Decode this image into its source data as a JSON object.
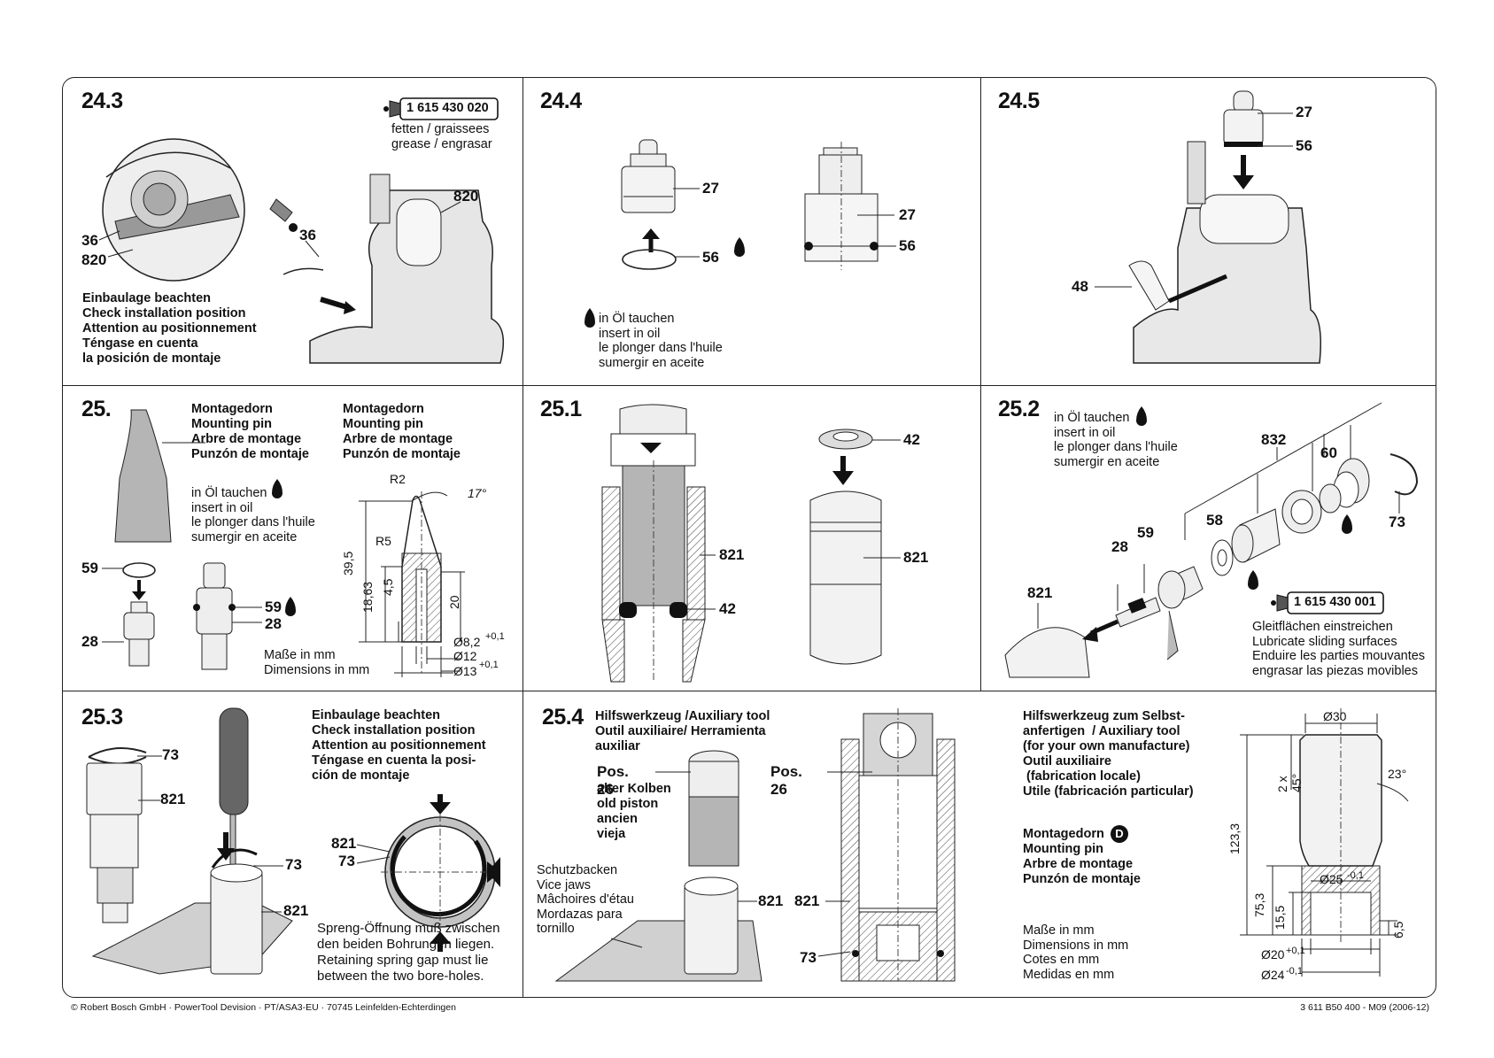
{
  "footer": {
    "left": "© Robert Bosch GmbH · PowerTool Devision · PT/ASA3-EU · 70745 Leinfelden-Echterdingen",
    "right": "3 611 B50 400 - M09 (2006-12)"
  },
  "p243": {
    "num": "24.3",
    "part_number": "1 615 430 020",
    "grease": "fetten / graissees\ngrease / engrasar",
    "labels": [
      "36",
      "820",
      "36",
      "820"
    ],
    "note": "Einbaulage beachten\nCheck installation position\nAttention au positionnement\nTéngase en cuenta\nla posición de montaje"
  },
  "p244": {
    "num": "24.4",
    "labels": [
      "27",
      "56",
      "27",
      "56"
    ],
    "oil": "in Öl tauchen\ninsert in oil\nle plonger dans l'huile\nsumergir en aceite"
  },
  "p245": {
    "num": "24.5",
    "labels": [
      "27",
      "56",
      "48"
    ]
  },
  "p25": {
    "num": "25.",
    "tool1": "Montagedorn\nMounting pin\nArbre de montage\nPunzón de montaje",
    "tool2": "Montagedorn\nMounting pin\nArbre de montage\nPunzón de montaje",
    "oil": "in Öl tauchen\ninsert in oil\nle plonger dans l'huile\nsumergir en aceite",
    "labels": [
      "59",
      "28",
      "59",
      "28"
    ],
    "dims": [
      "R2",
      "17°",
      "R5",
      "39,5",
      "18,63",
      "4,5",
      "20",
      "Ø8,2",
      "+0,1",
      "Ø12",
      "Ø13",
      "+0,1"
    ],
    "units": "Maße in mm\nDimensions in mm"
  },
  "p251": {
    "num": "25.1",
    "labels": [
      "821",
      "42",
      "42",
      "821"
    ]
  },
  "p252": {
    "num": "25.2",
    "oil": "in Öl tauchen\ninsert in oil\nle plonger dans l'huile\nsumergir en aceite",
    "labels": [
      "832",
      "60",
      "73",
      "58",
      "59",
      "28",
      "821"
    ],
    "part_number": "1 615 430 001",
    "lube": "Gleitflächen einstreichen\nLubricate sliding surfaces\nEnduire les parties mouvantes\nengrasar las piezas movibles"
  },
  "p253": {
    "num": "25.3",
    "labels": [
      "73",
      "821",
      "73",
      "821",
      "821",
      "73"
    ],
    "note": "Einbaulage beachten\nCheck installation position\nAttention au positionnement\nTéngase en cuenta la posi-\nción de montaje",
    "gap": "Spreng-Öffnung muß zwischen\nden beiden Bohrungen liegen.\nRetaining spring gap must lie\nbetween the two bore-holes."
  },
  "p254": {
    "num": "25.4",
    "aux": "Hilfswerkzeug /Auxiliary tool\nOutil auxiliaire/ Herramienta\nauxiliar",
    "pos_left": "Pos. 26",
    "old_piston": "alter Kolben\nold piston\nancien\nvieja",
    "pos_right": "Pos. 26",
    "vice": "Schutzbacken\nVice jaws\nMâchoires d'étau\nMordazas para\ntornillo",
    "labels": [
      "821",
      "821",
      "73"
    ]
  },
  "p255": {
    "aux_self": "Hilfswerkzeug zum Selbst-\nanfertigen  / Auxiliary tool\n(for your own manufacture)\nOutil auxiliaire\n (fabrication locale)\nUtile (fabricación particular)",
    "mount": "Montagedorn",
    "mount_badge": "D",
    "mount_rest": "Mounting pin\nArbre de montage\nPunzón de montaje",
    "units": "Maße in mm\nDimensions in mm\nCotes en mm\nMedidas en mm",
    "dims": [
      "Ø30",
      "2 x 45°",
      "23°",
      "123,3",
      "Ø25",
      "-0,1",
      "75,3",
      "15,5",
      "6,5",
      "Ø20",
      "+0,1",
      "Ø24",
      "-0,1"
    ]
  }
}
